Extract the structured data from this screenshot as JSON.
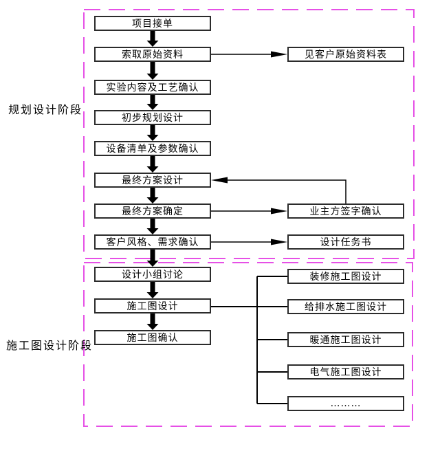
{
  "colors": {
    "stage_border": "#e650e6",
    "box_border": "#2b2b2b",
    "connector": "#000000"
  },
  "stage1": {
    "label": "规划设计阶段",
    "steps": [
      "项目接单",
      "索取原始资料",
      "实验内容及工艺确认",
      "初步规划设计",
      "设备清单及参数确认",
      "最终方案设计",
      "最终方案确定",
      "客户风格、需求确认"
    ],
    "sides": [
      "见客户原始资料表",
      "业主方签字确认",
      "设计任务书"
    ]
  },
  "stage2": {
    "label": "施工图设计阶段",
    "steps": [
      "设计小组讨论",
      "施工图设计",
      "施工图确认"
    ],
    "branches": [
      "装修施工图设计",
      "给排水施工图设计",
      "暖通施工图设计",
      "电气施工图设计",
      "………"
    ]
  }
}
